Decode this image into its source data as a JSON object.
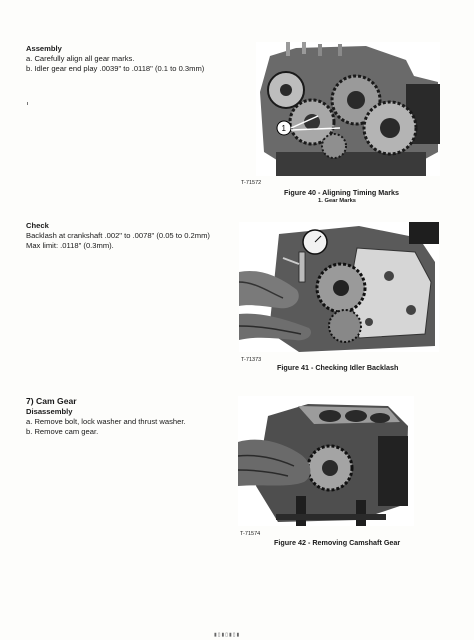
{
  "sections": {
    "assembly": {
      "title": "Assembly",
      "items": [
        "a. Carefully align all gear marks.",
        "b. Idler gear end play .0039\" to .0118\" (0.1 to 0.3mm)"
      ]
    },
    "check": {
      "title": "Check",
      "items": [
        "Backlash at crankshaft .002\" to .0078\" (0.05 to 0.2mm)",
        "Max limit: .0118\" (0.3mm)."
      ]
    },
    "cam_gear": {
      "heading": "7) Cam Gear",
      "subtitle": "Disassembly",
      "items": [
        "a. Remove bolt, lock washer and thrust washer.",
        "b. Remove cam gear."
      ]
    }
  },
  "figures": [
    {
      "code": "T-71572",
      "caption": "Figure 40 - Aligning Timing Marks",
      "subcaption": "1.  Gear Marks",
      "callout": "1"
    },
    {
      "code": "T-71373",
      "caption": "Figure 41 - Checking Idler Backlash"
    },
    {
      "code": "T-71574",
      "caption": "Figure 42 - Removing Camshaft Gear"
    }
  ]
}
